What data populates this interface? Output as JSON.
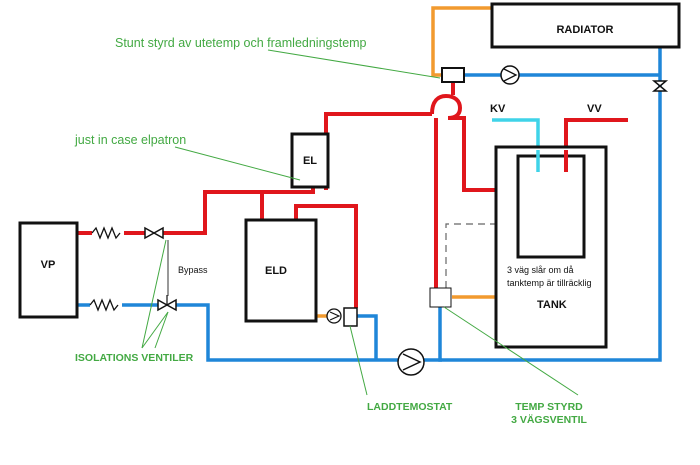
{
  "colors": {
    "hot_pipe": "#e0161c",
    "return_pipe": "#1f86d8",
    "cold_water": "#3fd3e8",
    "control_pipe": "#f29a2e",
    "annotation": "#43a943",
    "outline": "#111111"
  },
  "boxes": {
    "radiator": "RADIATOR",
    "vp": "VP",
    "el": "EL",
    "eld": "ELD",
    "tank": "TANK"
  },
  "labels": {
    "kv": "KV",
    "vv": "VV",
    "bypass": "Bypass",
    "tank_note_line1": "3 väg slår om då",
    "tank_note_line2": "tanktemp är tillräcklig"
  },
  "annotations": {
    "shunt": "Stunt styrd av  utetemp och framledningstemp",
    "elpatron": "just in case elpatron",
    "isolation_valves": "ISOLATIONS VENTILER",
    "laddtermostat": "LADDTEMOSTAT",
    "temp_valve_line1": "TEMP STYRD",
    "temp_valve_line2": "3 VÄGSVENTIL"
  },
  "icons": [
    "pump-icon",
    "valve-icon",
    "three-way-valve-icon",
    "flex-hose-icon",
    "thermostat-icon"
  ]
}
